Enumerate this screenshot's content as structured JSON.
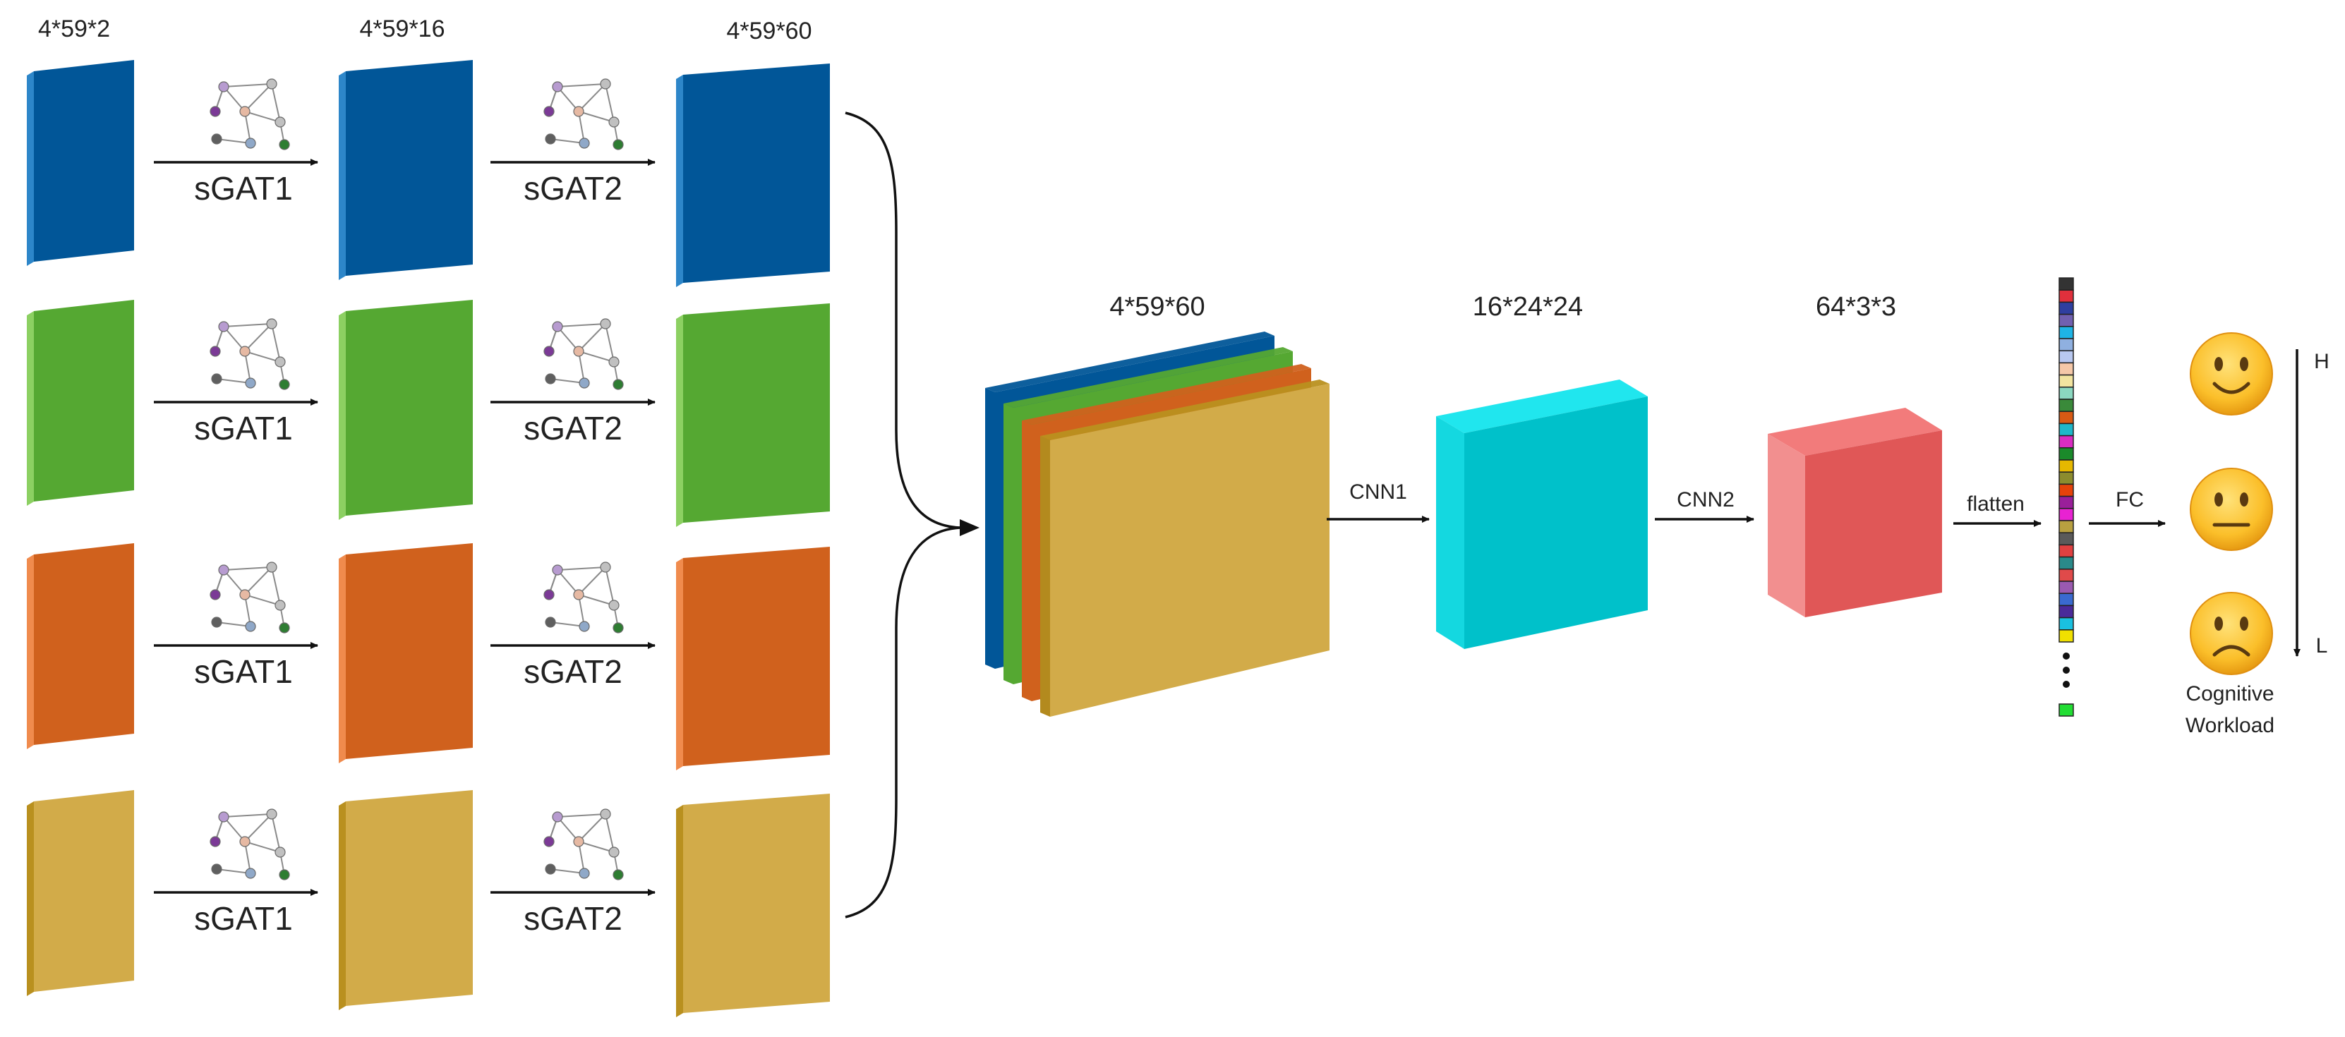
{
  "input_panel": {
    "dims": [
      "4*59*2",
      "4*59*16",
      "4*59*60"
    ],
    "layer1_label": "sGAT1",
    "layer2_label": "sGAT2",
    "rows": [
      {
        "name": "blue",
        "colors": {
          "front": "#015698",
          "side": "#2D86C9",
          "top": "#2E82C4"
        }
      },
      {
        "name": "green",
        "colors": {
          "front": "#55A832",
          "side": "#8CD062",
          "top": "#77C04E"
        }
      },
      {
        "name": "orange",
        "colors": {
          "front": "#D0611D",
          "side": "#F08B4D",
          "top": "#E87B3C"
        }
      },
      {
        "name": "gold",
        "colors": {
          "front": "#D2AB49",
          "side": "#B9901F",
          "top": "#B38A1E"
        }
      }
    ],
    "graph_node_colors": [
      "#7B3A96",
      "#B79BD0",
      "#E6B9A3",
      "#C0C0C0",
      "#5F5F5F",
      "#8FA8C8",
      "#2E7D32"
    ]
  },
  "merged": {
    "label": "4*59*60",
    "layer_colors": [
      "#015698",
      "#55A832",
      "#D0611D",
      "#D2AB49"
    ]
  },
  "cnn1": {
    "edge_label": "CNN1",
    "dims": "16*24*24",
    "colors": {
      "front": "#00C1CA",
      "top": "#20E6EE",
      "side": "#14D8E0"
    }
  },
  "cnn2": {
    "edge_label": "CNN2",
    "dims": "64*3*3",
    "colors": {
      "front": "#E05757",
      "top": "#F27B7B",
      "side": "#F28F8F"
    }
  },
  "flatten": {
    "edge_label": "flatten",
    "cell_colors": [
      "#333333",
      "#E0303C",
      "#2F3FA0",
      "#7060B0",
      "#1EB4E6",
      "#8FB0E0",
      "#B8C8F0",
      "#F5C8A8",
      "#F2E4A0",
      "#8BD8C0",
      "#3A8A3A",
      "#D85A14",
      "#1FB7C9",
      "#D92CC2",
      "#1A8A2A",
      "#E6B800",
      "#8C8C2E",
      "#E6420A",
      "#9A1F9A",
      "#E822D2",
      "#B8A040",
      "#5A5A5A",
      "#E04040",
      "#2A8A8A",
      "#E04A4A",
      "#9A5AB0",
      "#3A6AD0",
      "#4A2A9A",
      "#1AC0E0",
      "#F0E000"
    ],
    "last_cell_color": "#22DD33"
  },
  "output": {
    "edge_label": "FC",
    "high_label": "H",
    "low_label": "L",
    "caption_line1": "Cognitive",
    "caption_line2": "Workload",
    "faces": [
      "happy-face",
      "neutral-face",
      "sad-face"
    ]
  }
}
